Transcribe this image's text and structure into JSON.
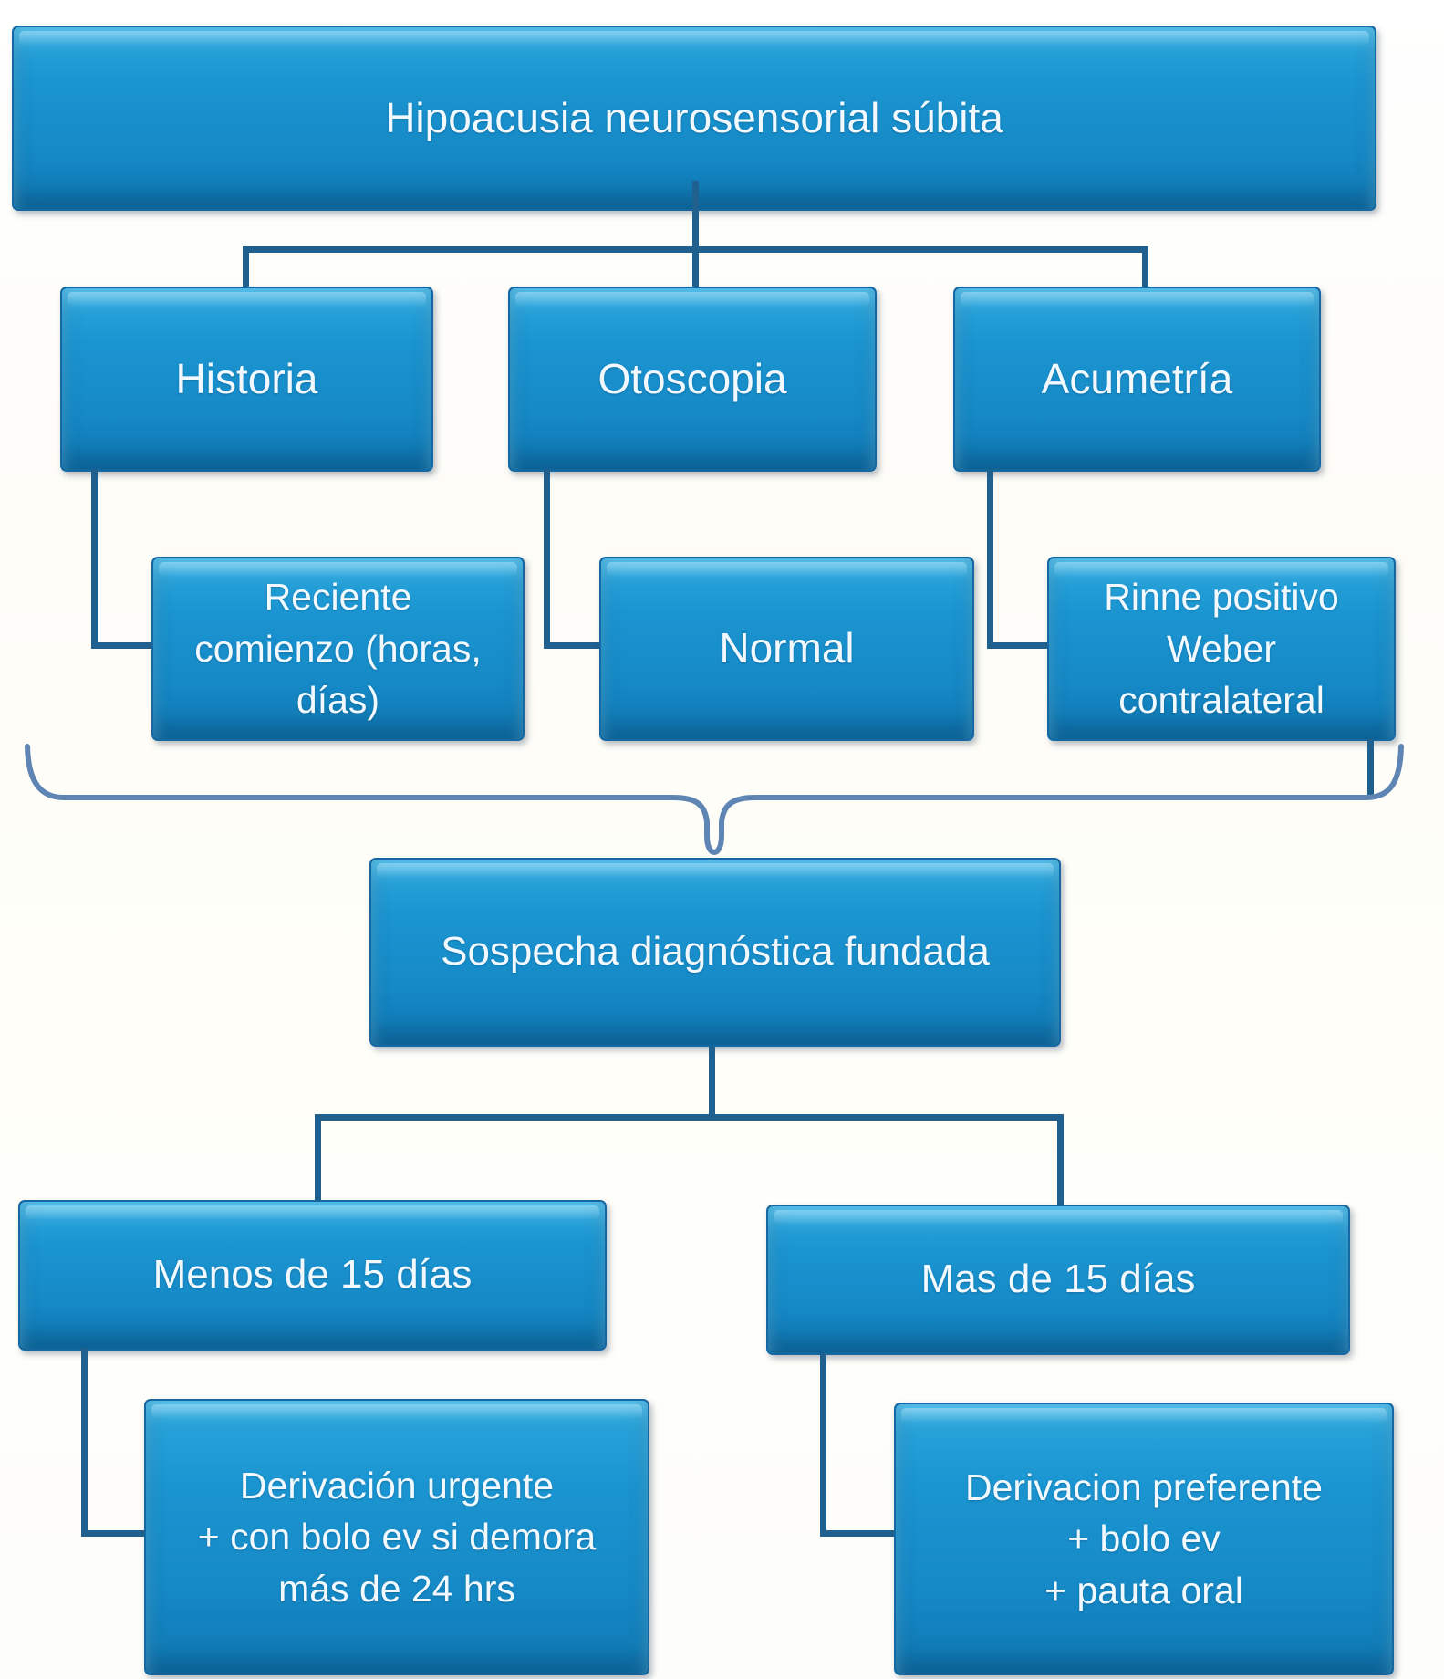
{
  "diagram": {
    "kind": "flowchart",
    "language": "es",
    "nodes": {
      "title": "Hipoacusia neurosensorial súbita",
      "historia": "Historia",
      "otoscopia": "Otoscopia",
      "acumetria": "Acumetría",
      "reciente": "Reciente\ncomienzo (horas,\ndías)",
      "normal": "Normal",
      "rinne": "Rinne positivo\nWeber\ncontralateral",
      "sospecha": "Sospecha diagnóstica fundada",
      "menos": "Menos de 15 días",
      "mas": "Mas de 15 días",
      "derivacion_urgente": "Derivación urgente\n+ con bolo ev si demora\nmás de 24 hrs",
      "derivacion_preferente": "Derivacion preferente\n+ bolo ev\n+ pauta oral"
    },
    "colors": {
      "box_fill_top": "#2da7dc",
      "box_fill_bottom": "#0f77b2",
      "box_border": "#1568a2",
      "connector": "#20608f",
      "brace": "#5f85b5",
      "text": "#f2f9fe"
    }
  }
}
